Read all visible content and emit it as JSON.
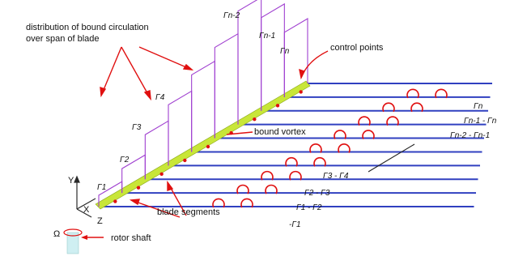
{
  "labels": {
    "circulation_line1": "distribution of bound circulation",
    "circulation_line2": "over span of blade",
    "control_points": "control points",
    "bound_vortex": "bound vortex",
    "blade_segments": "blade segments",
    "rotor_shaft": "rotor shaft",
    "omega": "Ω"
  },
  "axes": {
    "y": "Y",
    "x": "X",
    "z": "Z"
  },
  "bar_labels": [
    "Γ1",
    "Γ2",
    "Γ3",
    "Γ4",
    "Γn-2",
    "Γn-1",
    "Γn"
  ],
  "trail_labels": [
    "Γn",
    "Γn-1 - Γn",
    "Γn-2 - Γn-1",
    "Γ3 - Γ4",
    "Γ2 - Γ3",
    "Γ1 - Γ2",
    "-Γ1"
  ],
  "colors": {
    "blade": "#c8e638",
    "wake": "#3040c0",
    "circulation": "#a040d0",
    "leader": "#e01010",
    "control_point": "#e01010",
    "shaft": "#cfeff2"
  }
}
